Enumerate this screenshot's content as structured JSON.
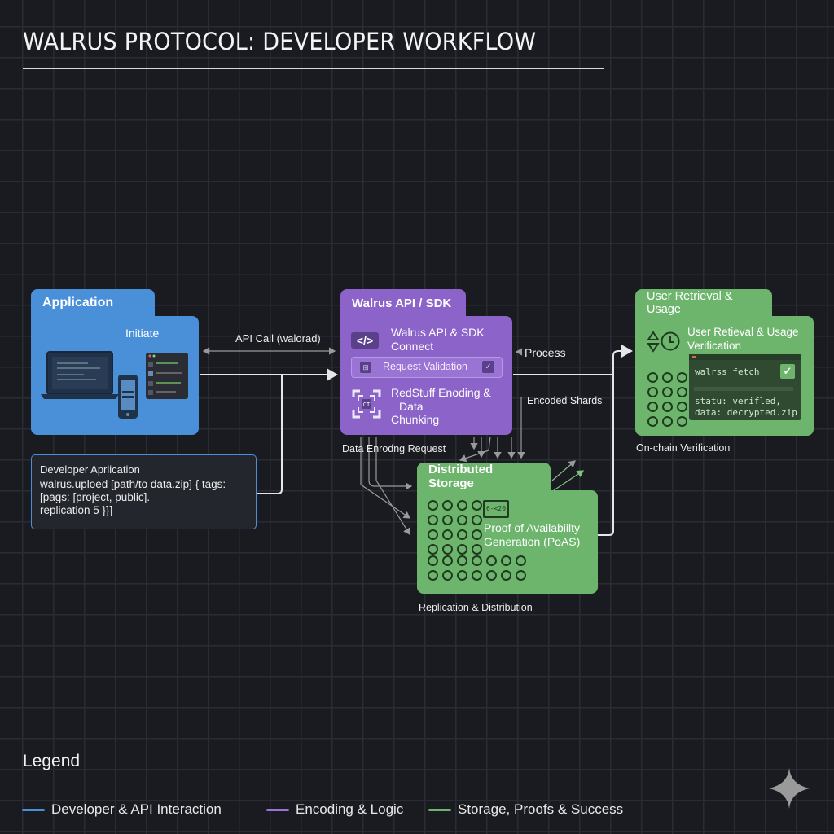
{
  "title": "WALRUS PROTOCOL: DEVELOPER WORKFLOW",
  "colors": {
    "background": "#1a1b20",
    "blue": "#4a90d9",
    "purple": "#8c63c9",
    "green": "#6db56d",
    "connector": "#e6e6e6"
  },
  "application": {
    "tab_label": "Application",
    "action_label": "Initiate",
    "icons": [
      "laptop-icon",
      "phone-icon",
      "terminal-window-icon"
    ]
  },
  "developer_box": {
    "heading": "Developer Aprlication",
    "code_lines": [
      "walrus.uploed [path/to data.zip] { tags:",
      "[pags: [project, public].",
      "replication 5 }}]"
    ]
  },
  "api_call_label": "API Call (walorad)",
  "walrus_api": {
    "tab_label": "Walrus API / SDK",
    "connect_title": "Walrus API & SDK",
    "connect_subtitle": "Connect",
    "validation_label": "Request Validation",
    "encoding_line1": "RedStuff Enoding &",
    "encoding_line2": "Data",
    "encoding_line3": "Chunking",
    "below_label": "Data Enrodng Request"
  },
  "process_label": "Process",
  "encoded_shards_label": "Encoded Shards",
  "storage": {
    "tab_label": "Distributed Storage",
    "badge": "6-<20",
    "proof_line1": "Proof of Availabiilty",
    "proof_line2": "Generation (PoAS)",
    "below_label": "Replication & Distribution"
  },
  "retrieval": {
    "tab_label": "User Retrieval & Usage",
    "title_line1": "User Retieval & Usage",
    "title_line2": "Verification",
    "terminal": {
      "command": "walrss fetch",
      "status_line": "statu: verifled,",
      "data_line": "data:  decrypted.zip"
    },
    "below_label": "On-chain Verification"
  },
  "legend": {
    "title": "Legend",
    "items": [
      {
        "label": "Developer & API Interaction",
        "color": "#4a90d9"
      },
      {
        "label": "Encoding & Logic",
        "color": "#9a74d4"
      },
      {
        "label": "Storage, Proofs & Success",
        "color": "#6db56d"
      }
    ]
  }
}
